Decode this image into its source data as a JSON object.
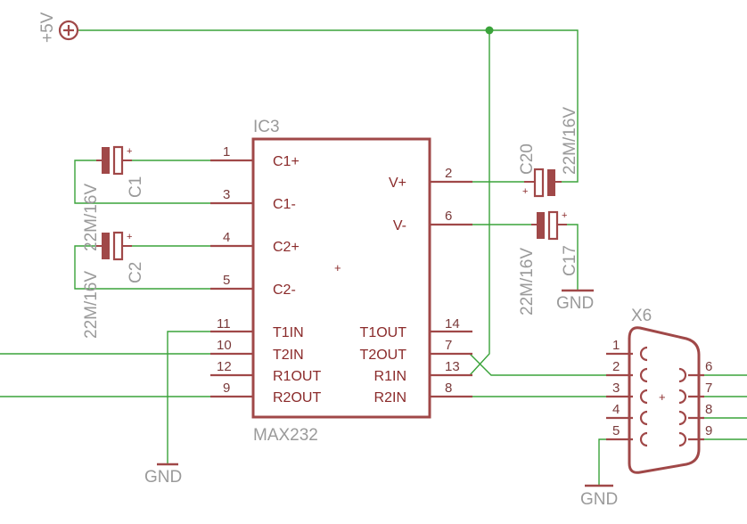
{
  "colors": {
    "wire": "#3aa33a",
    "part": "#a04848",
    "text_grey": "#9a9a9a",
    "pin_text": "#7a3a3a",
    "background": "#ffffff"
  },
  "power": {
    "supply_label": "+5V",
    "gnd_label": "GND"
  },
  "ic": {
    "ref": "IC3",
    "value": "MAX232",
    "center_mark": "+",
    "left_pins": [
      {
        "num": "1",
        "name": "C1+"
      },
      {
        "num": "3",
        "name": "C1-"
      },
      {
        "num": "4",
        "name": "C2+"
      },
      {
        "num": "5",
        "name": "C2-"
      },
      {
        "num": "11",
        "name": "T1IN"
      },
      {
        "num": "10",
        "name": "T2IN"
      },
      {
        "num": "12",
        "name": "R1OUT"
      },
      {
        "num": "9",
        "name": "R2OUT"
      }
    ],
    "right_pins": [
      {
        "num": "2",
        "name": "V+"
      },
      {
        "num": "6",
        "name": "V-"
      },
      {
        "num": "14",
        "name": "T1OUT"
      },
      {
        "num": "7",
        "name": "T2OUT"
      },
      {
        "num": "13",
        "name": "R1IN"
      },
      {
        "num": "8",
        "name": "R2IN"
      }
    ]
  },
  "capacitors": [
    {
      "ref": "C1",
      "value": "22M/16V",
      "polarity": "+"
    },
    {
      "ref": "C2",
      "value": "22M/16V",
      "polarity": "+"
    },
    {
      "ref": "C20",
      "value": "22M/16V",
      "polarity": "+"
    },
    {
      "ref": "C17",
      "value": "22M/16V",
      "polarity": "+"
    }
  ],
  "connector": {
    "ref": "X6",
    "center_mark": "+",
    "left_pins": [
      "1",
      "2",
      "3",
      "4",
      "5"
    ],
    "right_pins": [
      "6",
      "7",
      "8",
      "9"
    ]
  }
}
